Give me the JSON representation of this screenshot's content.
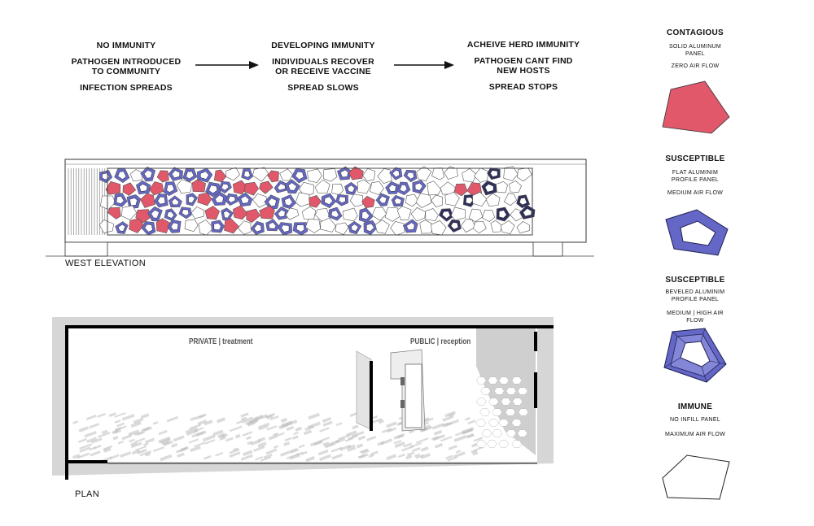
{
  "stages": [
    {
      "lines": [
        "NO IMMUNITY",
        "PATHOGEN INTRODUCED\nTO COMMUNITY",
        "INFECTION SPREADS"
      ]
    },
    {
      "lines": [
        "DEVELOPING IMMUNITY",
        "INDIVIDUALS RECOVER\nOR RECEIVE VACCINE",
        "SPREAD SLOWS"
      ]
    },
    {
      "lines": [
        "ACHEIVE HERD IMMUNITY",
        "PATHOGEN CANT FIND\nNEW HOSTS",
        "SPREAD STOPS"
      ]
    }
  ],
  "legend": [
    {
      "title": "CONTAGIOUS",
      "desc1": "SOLID ALUMINUM\nPANEL",
      "desc2": "ZERO AIR FLOW",
      "fill": "#e0586a"
    },
    {
      "title": "SUSCEPTIBLE",
      "desc1": "FLAT ALUMINIM\nPROFILE PANEL",
      "desc2": "MEDIUM AIR FLOW",
      "fill": "#6467c6"
    },
    {
      "title": "SUSCEPTIBLE",
      "desc1": "BEVELED ALUMINIM\nPROFILE PANEL",
      "desc2": "MEDIUM | HIGH AIR\nFLOW",
      "fill": "#6467c6"
    },
    {
      "title": "IMMUNE",
      "desc1": "NO INFILL PANEL",
      "desc2": "MAXIMUM AIR FLOW",
      "fill": "#ffffff"
    }
  ],
  "elevation": {
    "caption": "WEST ELEVATION"
  },
  "plan": {
    "caption": "PLAN",
    "private_label": "PRIVATE | treatment",
    "public_label": "PUBLIC | reception"
  },
  "colors": {
    "contagious": "#e0586a",
    "susceptible": "#6467c6",
    "dark_outline": "#2f2f5c",
    "wall": "#cfcfcf"
  }
}
